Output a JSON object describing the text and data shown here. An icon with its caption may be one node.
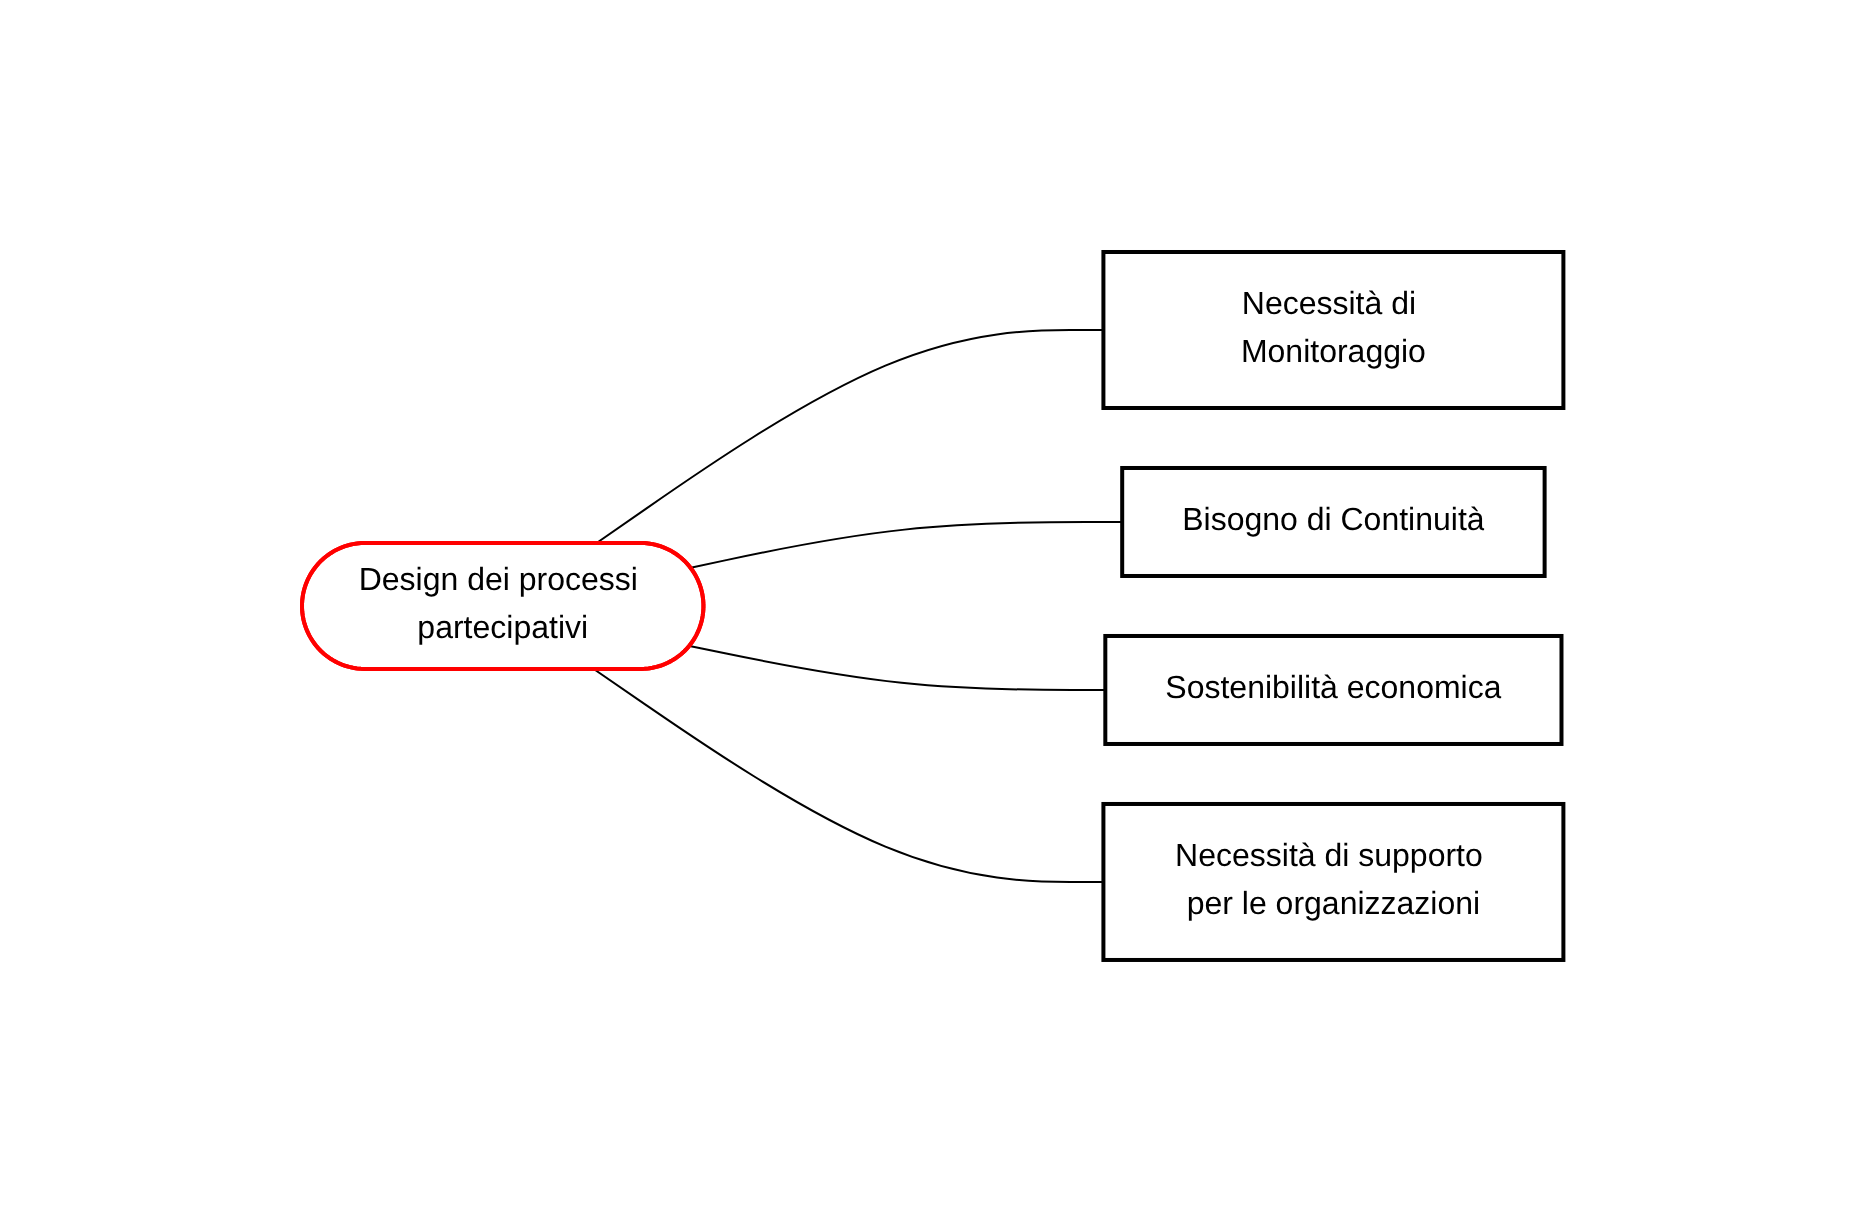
{
  "diagram": {
    "nodes": [
      {
        "text": [
          "Design dei processi partecipativi"
        ]
      },
      {
        "text": [
          "Necessità di Monitoraggio"
        ]
      },
      {
        "text": [
          "Bisogno di Continuità"
        ]
      },
      {
        "text": [
          "Sostenibilità economica"
        ]
      },
      {
        "text": [
          "Necessità di supporto per le organizzazioni"
        ]
      }
    ],
    "edges": [
      {
        "from": 0,
        "to": 1,
        "arrow": "none"
      },
      {
        "from": 0,
        "to": 2,
        "arrow": "none"
      },
      {
        "from": 0,
        "to": 3,
        "arrow": "none"
      },
      {
        "from": 0,
        "to": 4,
        "arrow": "none"
      }
    ]
  }
}
